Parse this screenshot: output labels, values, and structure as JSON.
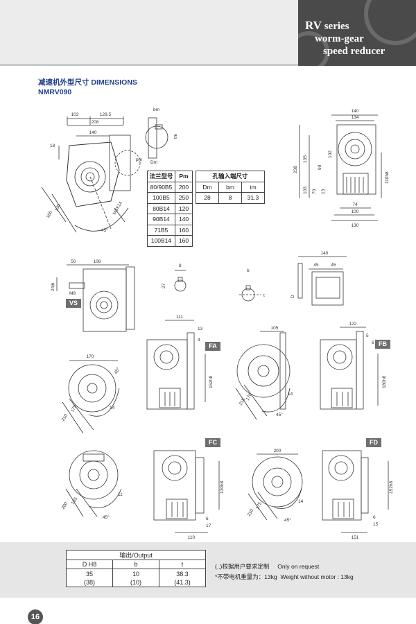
{
  "header": {
    "series_word": "RV",
    "series_rest": " series",
    "line2": "worm-gear",
    "line3": "speed reducer"
  },
  "section": {
    "title": "减速机外型尺寸 DIMENSIONS",
    "model": "NMRV090"
  },
  "flange_table": {
    "headers": [
      "法兰型号",
      "Pm"
    ],
    "rows": [
      [
        "80/90B5",
        "200"
      ],
      [
        "100B5",
        "250"
      ],
      [
        "80B14",
        "120"
      ],
      [
        "90B14",
        "140"
      ],
      [
        "71B5",
        "160"
      ],
      [
        "100B14",
        "160"
      ]
    ]
  },
  "hole_table": {
    "title": "孔输入端尺寸",
    "headers": [
      "Dm",
      "bm",
      "tm"
    ],
    "row": [
      "28",
      "8",
      "31.3"
    ]
  },
  "variant_tags": [
    "VS",
    "FA",
    "FB",
    "FC",
    "FD"
  ],
  "dims": {
    "main_view": [
      "103",
      "129.5",
      "208",
      "140",
      "18",
      "pm",
      "130",
      "160",
      "45°",
      "M8X14"
    ],
    "shaft_detail": [
      "bm",
      "tm",
      "Dm"
    ],
    "side_view": [
      "140",
      "134",
      "238",
      "135",
      "102",
      "90",
      "103",
      "70",
      "13",
      "74",
      "100",
      "130",
      "110h8"
    ],
    "vs_view": [
      "50",
      "108",
      "24j6",
      "M8"
    ],
    "key_detail_1": [
      "8",
      "27"
    ],
    "key_detail_2": [
      "b",
      "t"
    ],
    "d_detail": [
      "140",
      "45",
      "45",
      "D"
    ],
    "fa_front": [
      "170",
      "45°",
      "14",
      "210",
      "175"
    ],
    "fa_side": [
      "111",
      "13",
      "4",
      "152h8"
    ],
    "fb_front": [
      "105",
      "215",
      "176",
      "45°",
      "14"
    ],
    "fb_side": [
      "122",
      "5",
      "6",
      "180h8"
    ],
    "fc_front": [
      "165",
      "200",
      "45°",
      "11"
    ],
    "fc_side": [
      "130h8",
      "6",
      "17",
      "110"
    ],
    "fd_front": [
      "200",
      "175",
      "210",
      "14",
      "45°"
    ],
    "fd_side": [
      "152h8",
      "6",
      "15",
      "151"
    ]
  },
  "output_table": {
    "title": "输出/Output",
    "headers": [
      "D H8",
      "b",
      "t"
    ],
    "values": [
      [
        "35",
        "10",
        "38.3"
      ],
      [
        "(38)",
        "(10)",
        "(41.3)"
      ]
    ]
  },
  "notes": {
    "request_cn": "(..)根据用户要求定制",
    "request_en": "Only on request",
    "weight_cn": "*不带电机重量为：13kg",
    "weight_en": "Weight without motor : 13kg"
  },
  "page_number": "16",
  "colors": {
    "header_dark": "#4a4a4a",
    "header_light": "#ececec",
    "title_blue": "#1d3f8a",
    "tag_gray": "#6e6e6e",
    "band_gray": "#e6e6e6"
  }
}
